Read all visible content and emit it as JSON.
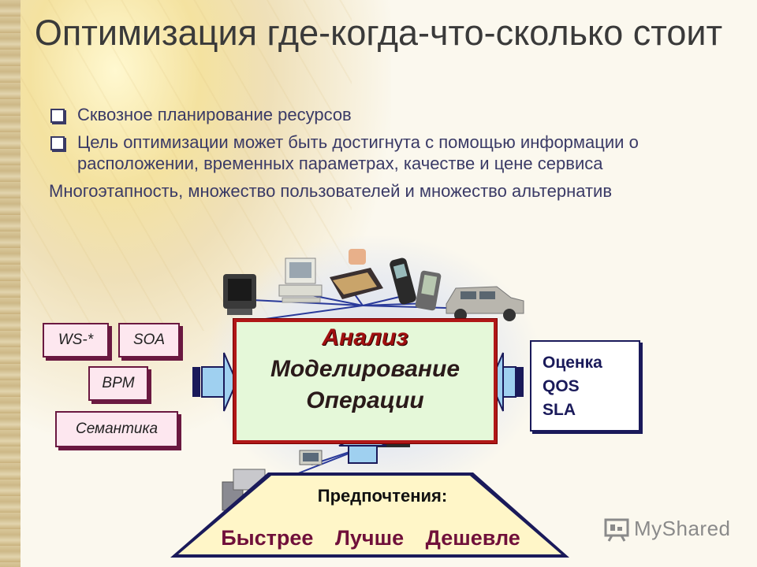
{
  "title": "Оптимизация где-когда-что-сколько стоит",
  "bullets": [
    {
      "text": "Сквозное планирование ресурсов",
      "marker": true
    },
    {
      "text": "Цель оптимизации может быть достигнута с помощью информации о расположении, временных параметрах, качестве и цене сервиса",
      "marker": true
    },
    {
      "text": "Многоэтапность, множество пользователей и множество альтернатив",
      "marker": false
    }
  ],
  "tags": {
    "ws": "WS-*",
    "soa": "SOA",
    "bpm": "BPM",
    "semantics": "Семантика"
  },
  "center": {
    "line1": "Анализ",
    "line2": "Моделирование",
    "line3": "Операции"
  },
  "qos": {
    "line1": "Оценка",
    "line2": "QOS",
    "line3": "SLA"
  },
  "preferences": {
    "label": "Предпочтения:",
    "item1": "Быстрее",
    "item2": "Лучше",
    "item3": "Дешевле"
  },
  "watermark": "MyShared",
  "colors": {
    "accent_red": "#b01818",
    "navy": "#1a1a5a",
    "arrow_blue": "#9fd0f0",
    "tag_fill": "#fde7ef",
    "pyramid_fill": "#fff6c8"
  }
}
